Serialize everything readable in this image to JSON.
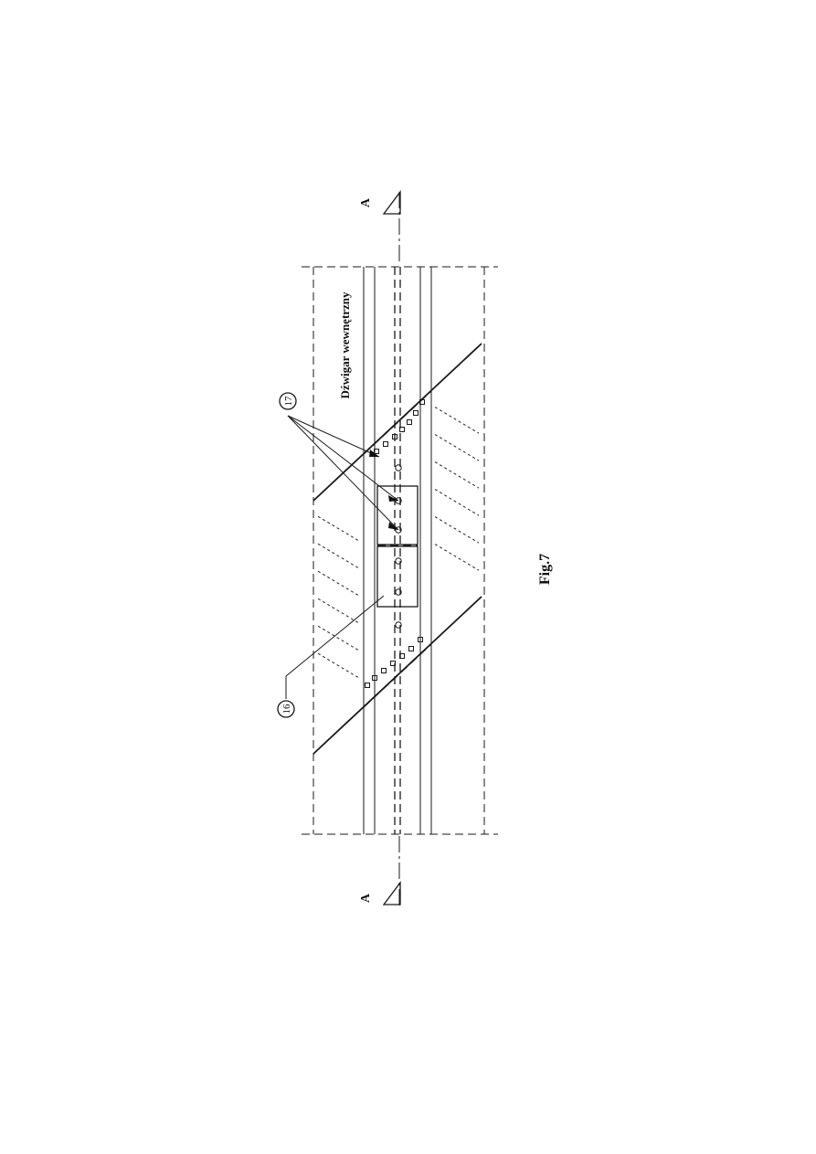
{
  "figure": {
    "caption": "Fig.7",
    "beam_label": "Dźwigar wewnętrzny",
    "section_mark_top": "A",
    "section_mark_bottom": "A",
    "ref_16": "16",
    "ref_17": "17"
  }
}
